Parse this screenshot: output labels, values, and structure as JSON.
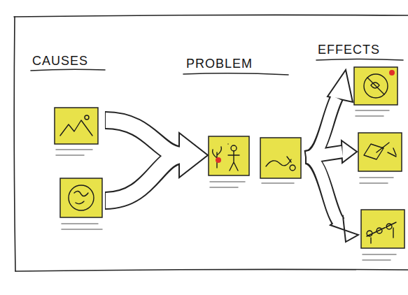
{
  "diagram": {
    "labels": [
      "CAUSES",
      "PROBLEM",
      "EFFECTS"
    ]
  }
}
